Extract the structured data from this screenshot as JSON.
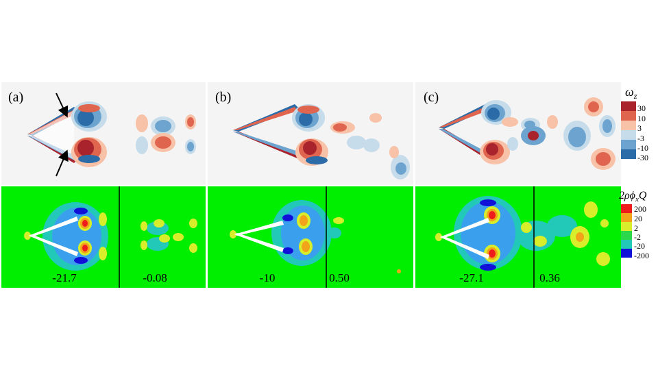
{
  "panels": [
    {
      "label": "(a)",
      "left_value": "-21.7",
      "right_value": "-0.08"
    },
    {
      "label": "(b)",
      "left_value": "-10",
      "right_value": "0.50"
    },
    {
      "label": "(c)",
      "left_value": "-27.1",
      "right_value": "0.36"
    }
  ],
  "legend_vorticity": {
    "symbol": "ω",
    "subscript": "z",
    "levels": [
      "30",
      "10",
      "3",
      "-3",
      "-10",
      "-30"
    ],
    "colors": [
      "#a8232c",
      "#e0654f",
      "#f7c2a8",
      "#c6dcea",
      "#6da4cf",
      "#2b6ca8"
    ]
  },
  "legend_source": {
    "title_prefix": "2ρϕ",
    "title_subscript": "x",
    "title_suffix": "Q",
    "levels": [
      "200",
      "20",
      "2",
      "-2",
      "-20",
      "-200"
    ],
    "colors": [
      "#ee1c1c",
      "#f2a31a",
      "#d8ee2a",
      "#2bd84a",
      "#22c8b8",
      "#1010d8"
    ]
  },
  "colors": {
    "top_background": "#f4f4f4",
    "bottom_background": "#00ee00"
  }
}
